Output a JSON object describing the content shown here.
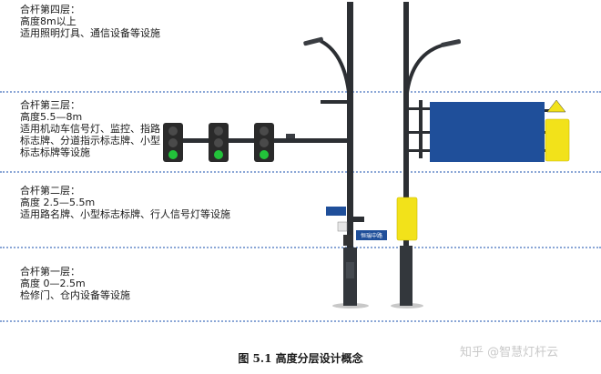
{
  "layers": [
    {
      "title": "合杆第四层：",
      "height": "高度8m以上",
      "use": "适用照明灯具、通信设备等设施"
    },
    {
      "title": "合杆第三层：",
      "height": "高度5.5—8m",
      "use_lines": [
        "适用机动车信号灯、监控、指路",
        "标志牌、分道指示标志牌、小型",
        "标志标牌等设施"
      ]
    },
    {
      "title": "合杆第二层：",
      "height": "高度 2.5—5.5m",
      "use": "适用路名牌、小型标志标牌、行人信号灯等设施"
    },
    {
      "title": "合杆第一层：",
      "height": "高度 0—2.5m",
      "use": "检修门、仓内设备等设施"
    }
  ],
  "caption": "图 5.1 高度分层设计概念",
  "watermark": "知乎 @智慧灯杆云",
  "street_sign_text": "恒瑞中路",
  "colors": {
    "pole": "#2c2f33",
    "divider": "#8aa6d6",
    "sign_blue": "#1f4f9a",
    "equip_yellow": "#f2e21a",
    "signal_green": "#22c23a"
  }
}
